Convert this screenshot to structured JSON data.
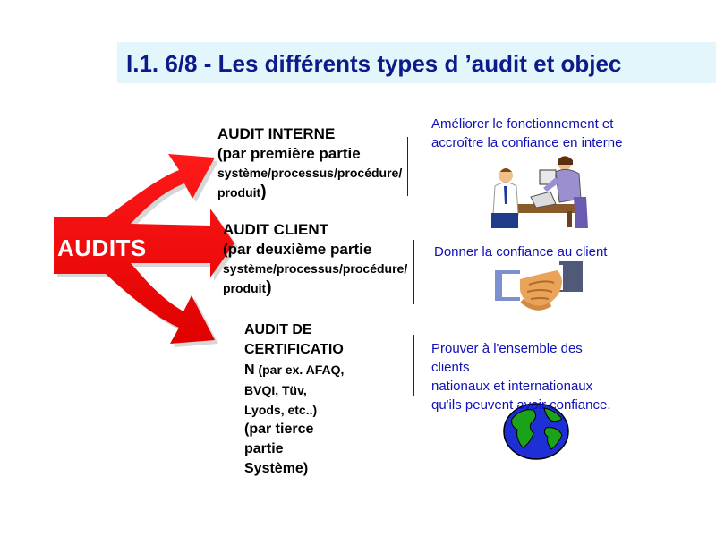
{
  "slide": {
    "title": "I.1. 6/8 - Les différents types d ’audit et objec",
    "center_label": "AUDITS"
  },
  "audits": {
    "internal": {
      "heading": "AUDIT INTERNE",
      "party": "(par première partie",
      "scope1": "système/processus/procédure/",
      "scope2": "produit",
      "close": ")"
    },
    "client": {
      "heading": "AUDIT CLIENT",
      "party": "(par deuxième partie",
      "scope1": "système/processus/procédure/",
      "scope2": "produit",
      "close": ")"
    },
    "certification": {
      "line1": "AUDIT DE",
      "line2": "CERTIFICATIO",
      "line3a": "N",
      "line3b": " (par ex. AFAQ,",
      "line4": "BVQI, Tüv,",
      "line5": "Lyods, etc..)",
      "line6": "(par tierce",
      "line7": "partie",
      "line8": "Système)"
    }
  },
  "goals": {
    "internal": [
      "Améliorer le fonctionnement et",
      "accroître la confiance en interne"
    ],
    "client": [
      "Donner la confiance au client"
    ],
    "certification": [
      "Prouver à l'ensemble des",
      "clients",
      "nationaux et internationaux",
      "qu'ils peuvent avoir confiance."
    ]
  },
  "colors": {
    "arrow_red": "#ff0000",
    "title_bg": "#e3f6fb",
    "title_text": "#0d1a8a",
    "goal_text": "#1010b8"
  },
  "icons": [
    "office-workers-clipart",
    "handshake-clipart",
    "globe-clipart"
  ]
}
